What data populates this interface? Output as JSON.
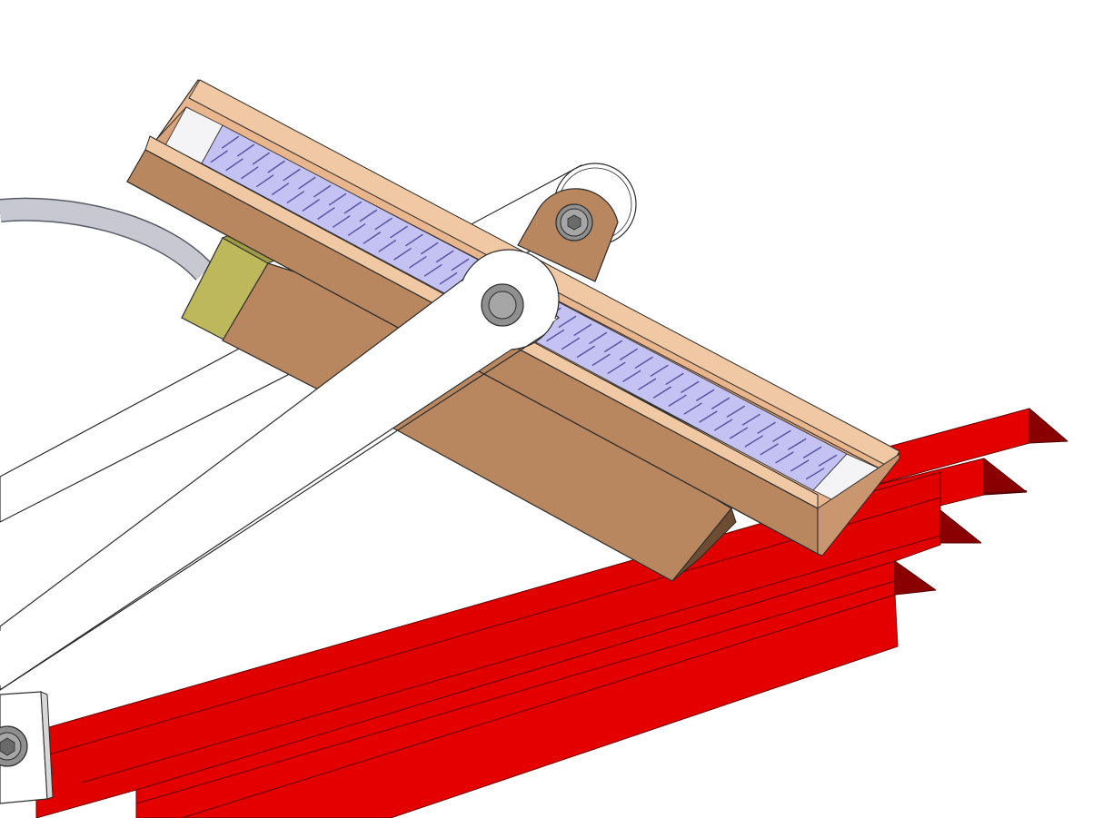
{
  "colors": {
    "background": "#ffffff",
    "rail_red": "#e40000",
    "rail_red_dark": "#8a0000",
    "rail_red_shadow": "#b00000",
    "housing_tan": "#b8875f",
    "housing_tan_light": "#d9a27a",
    "housing_tan_edge": "#f0c8a4",
    "slots_lavender": "#c4c2f2",
    "slot_mark": "#5550a0",
    "connector_olive": "#bdb85c",
    "cable_grey": "#c8c8d0",
    "arm_white": "#ffffff",
    "bolt_grey": "#8f8f8f",
    "outline": "#2b2b2b"
  },
  "icons": [
    "hex-socket-bolt-icon"
  ],
  "assembly_parts": [
    "red-angle-rails",
    "tan-sensor-housing",
    "lavender-slot-strip",
    "white-pivot-arm",
    "rear-link-arm",
    "pivot-bracket",
    "olive-connector",
    "grey-cable",
    "bolts"
  ],
  "slots": {
    "count": 40
  }
}
